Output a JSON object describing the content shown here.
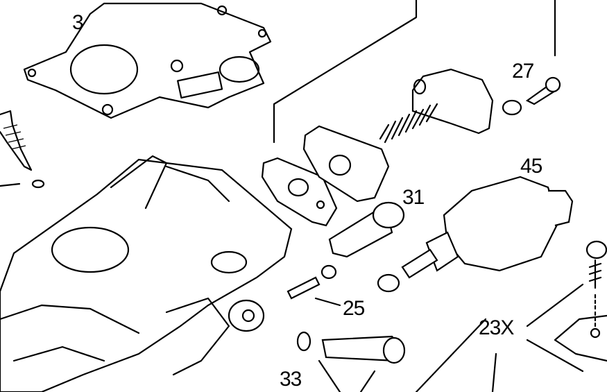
{
  "diagram": {
    "type": "exploded-parts-drawing",
    "callouts": [
      {
        "id": "gasket",
        "label": "3"
      },
      {
        "id": "screw",
        "label": "27"
      },
      {
        "id": "solenoid",
        "label": "45"
      },
      {
        "id": "jet",
        "label": "31"
      },
      {
        "id": "idle-screw",
        "label": "25"
      },
      {
        "id": "base-assembly",
        "label": "23X"
      },
      {
        "id": "pilot-jet",
        "label": "33"
      }
    ],
    "colors": {
      "ink": "#000000",
      "paper": "#ffffff"
    }
  }
}
